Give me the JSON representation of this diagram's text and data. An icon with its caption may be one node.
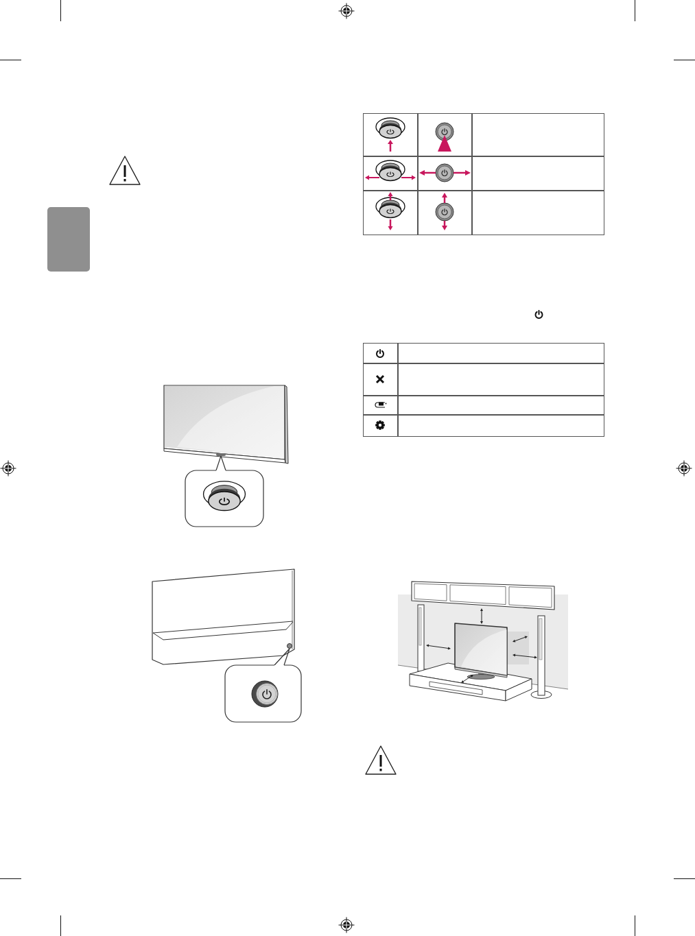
{
  "diagram": {
    "nodes": [
      {
        "text": [],
        "shape": "box"
      },
      {
        "text": [],
        "shape": "bar"
      },
      {
        "text": [],
        "shape": "picture"
      },
      {
        "text": [],
        "shape": "circle"
      },
      {
        "text": [],
        "shape": "picture"
      }
    ],
    "edges": [
      {
        "from": 2,
        "to": 1,
        "arrow": "none"
      },
      {
        "from": 4,
        "to": 3,
        "arrow": "none"
      }
    ]
  }
}
